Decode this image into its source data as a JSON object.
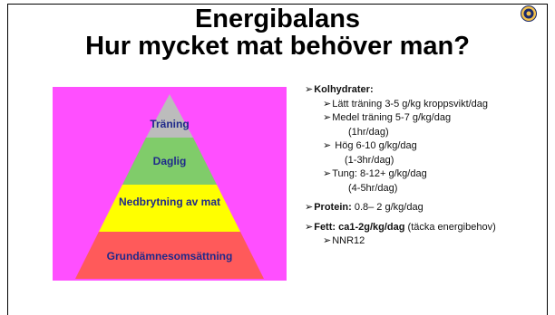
{
  "slide": {
    "title_line1": "Energibalans",
    "title_line2": "Hur mycket mat behöver man?"
  },
  "pyramid": {
    "levels": [
      {
        "label": "Träning",
        "color": "#bcbcbc"
      },
      {
        "label": "Daglig",
        "color": "#80cc6a"
      },
      {
        "label": "Nedbrytning av mat",
        "color": "#ffff00"
      },
      {
        "label": "Grundämnesomsättning",
        "color": "#ff5a5a"
      }
    ],
    "background": "#ff4fff"
  },
  "content": {
    "bullet": "➢",
    "kolhydrater_head": "Kolhydrater:",
    "latt": "Lätt träning 3-5 g/kg kroppsvikt/dag",
    "medel": "Medel träning 5-7 g/kg/dag",
    "medel_time": "(1hr/dag)",
    "hog": "Hög 6-10 g/kg/dag",
    "hog_time": "(1-3hr/dag)",
    "tung": "Tung: 8-12+ g/kg/dag",
    "tung_time": "(4-5hr/dag)",
    "protein_head": "Protein:",
    "protein_val": "0.8– 2 g/kg/dag",
    "fett_head": "Fett: ca1-2g/kg/dag",
    "fett_note": "(täcka energibehov)",
    "nnr": "NNR12"
  }
}
